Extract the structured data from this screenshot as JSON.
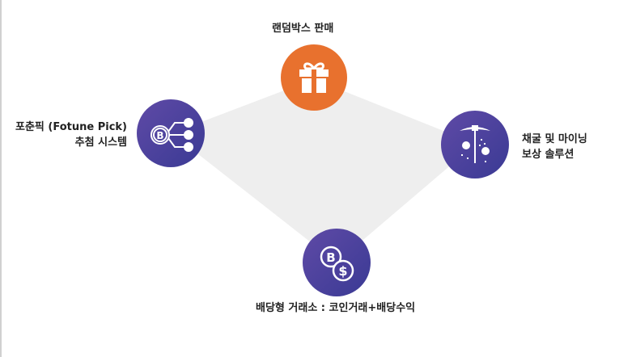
{
  "nodes": {
    "top": {
      "label": "랜덤박스 판매",
      "icon": "gift-icon",
      "color": "#e8712e"
    },
    "left": {
      "line1": "포춘픽 (Fotune Pick)",
      "line2": "추첨 시스템",
      "icon": "bitcoin-network-icon",
      "color": "#4b3f9e"
    },
    "right": {
      "line1": "채굴 및 마이닝",
      "line2": "보상 솔루션",
      "icon": "pickaxe-mining-icon",
      "color": "#4b3f9e"
    },
    "bottom": {
      "label": "배당형 거래소 : 코인거래+배당수익",
      "icon": "coin-exchange-icon",
      "color": "#4b3f9e"
    }
  }
}
